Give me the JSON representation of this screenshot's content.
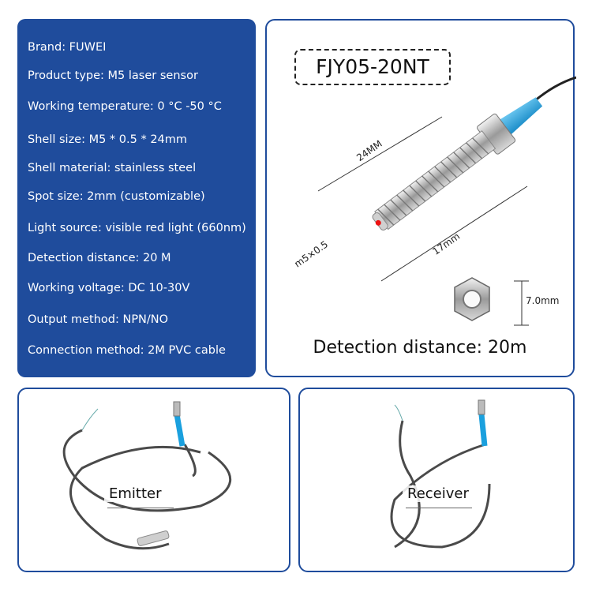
{
  "specs": [
    "Brand: FUWEI",
    "Product type: M5 laser sensor",
    "Working temperature: 0 °C -50 °C",
    "Shell size: M5 * 0.5 * 24mm",
    "Shell material: stainless steel",
    "Spot size: 2mm (customizable)",
    "Light source: visible red light (660nm)",
    "Detection distance: 20 M",
    "Working voltage: DC 10-30V",
    "Output method: NPN/NO",
    "Connection method: 2M PVC cable"
  ],
  "product": {
    "model": "FJY05-20NT",
    "dim_length": "24MM",
    "dim_thread_length": "17mm",
    "dim_thread": "m5×0.5",
    "dim_nut": "7.0mm",
    "caption": "Detection distance: 20m"
  },
  "emitter": {
    "label": "Emitter"
  },
  "receiver": {
    "label": "Receiver"
  },
  "colors": {
    "panel_blue": "#1f4c9c",
    "cable_blue": "#1aa0de",
    "cable_gray": "#4a4a4a"
  }
}
